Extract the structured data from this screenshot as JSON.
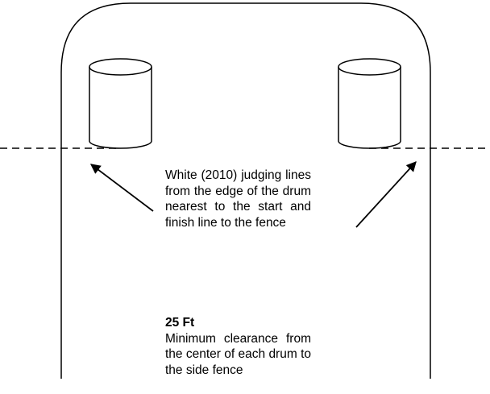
{
  "annotations": {
    "judging_lines": "White (2010) judging lines from the edge of the drum nearest to the start and finish line to the fence",
    "clearance_heading": "25 Ft",
    "clearance_text": "Minimum clearance from the center of each drum to the side fence"
  },
  "colors": {
    "stroke": "#000000",
    "background": "#ffffff"
  }
}
